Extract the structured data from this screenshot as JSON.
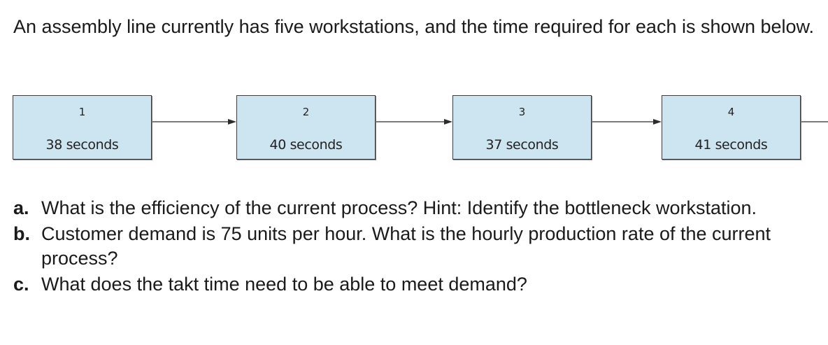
{
  "intro": "An assembly line currently has five workstations, and the time required for each is shown below.",
  "stations": [
    {
      "number": "1",
      "time": "38 seconds"
    },
    {
      "number": "2",
      "time": "40 seconds"
    },
    {
      "number": "3",
      "time": "37 seconds"
    },
    {
      "number": "4",
      "time": "41 seconds"
    }
  ],
  "questions": [
    {
      "marker": "a.",
      "text": "What is the efficiency of the current process? Hint: Identify the bottleneck workstation."
    },
    {
      "marker": "b.",
      "text": "Customer demand is 75 units per hour. What is the hourly production rate of the current process?"
    },
    {
      "marker": "c.",
      "text": "What does the takt time need to be able to meet demand?"
    }
  ],
  "colors": {
    "box_fill": "#cde4f1",
    "box_border": "#3d3d3d",
    "text": "#1a1a1a"
  }
}
